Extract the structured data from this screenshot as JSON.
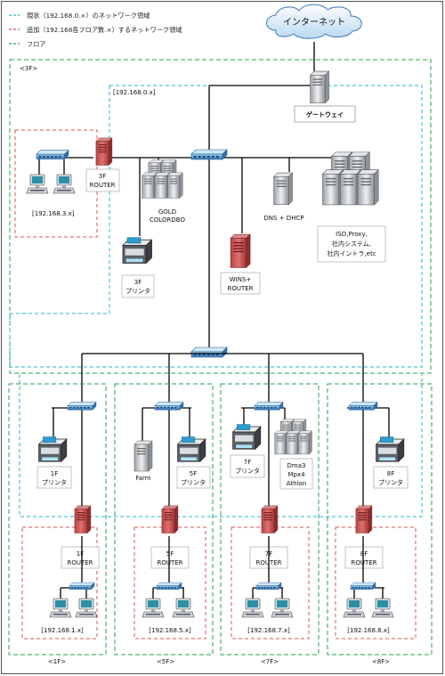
{
  "legend": [
    {
      "text": "現状（192.168.0.×）のネットワーク領域",
      "color": "#22b7c9"
    },
    {
      "text": "追加（192.168各フロア数.×）するネットワーク領域",
      "color": "#e05050"
    },
    {
      "text": "フロア",
      "color": "#22a34a"
    }
  ],
  "internet": "インターネット",
  "gateway": "ゲートウェイ",
  "floor3": "<3F>",
  "subnet0": "[192.168.0.x]",
  "router3": [
    "3F",
    "ROUTER"
  ],
  "subnet3": "[192.168.3.x]",
  "gold": [
    "GOLD",
    "COLORDBO"
  ],
  "printer3": [
    "3F",
    "プリンタ"
  ],
  "dns": "DNS + DHCP",
  "wins": [
    "WINS+",
    "ROUTER"
  ],
  "iso": [
    "ISO,Proxy,",
    "社内システム,",
    "社内イントラ,etc"
  ],
  "floors": [
    {
      "label": "<1F>",
      "printer": [
        "1F",
        "プリンタ"
      ],
      "router": [
        "1F",
        "ROUTER"
      ],
      "subnet": "[192.168.1.x]"
    },
    {
      "label": "<5F>",
      "farm": "Farm",
      "printer": [
        "5F",
        "プリンタ"
      ],
      "router": [
        "5F",
        "ROUTER"
      ],
      "subnet": "[192.168.5.x]"
    },
    {
      "label": "<7F>",
      "printer": [
        "7F",
        "プリンタ"
      ],
      "dma": [
        "Dma3",
        "Mpx4",
        "Athlon"
      ],
      "router": [
        "7F",
        "ROUTER"
      ],
      "subnet": "[192.168.7.x]"
    },
    {
      "label": "<8F>",
      "printer": [
        "8F",
        "プリンタ"
      ],
      "router": [
        "8F",
        "ROUTER"
      ],
      "subnet": "[192.168.8.x]"
    }
  ]
}
